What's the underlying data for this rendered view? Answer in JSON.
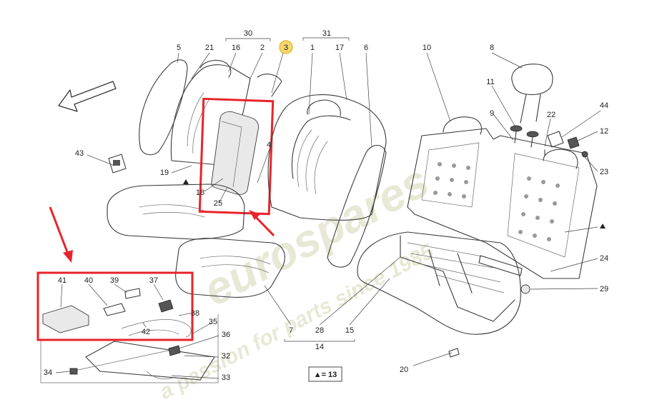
{
  "callouts": {
    "c1": "1",
    "c2": "2",
    "c3": "3",
    "c4": "4",
    "c5": "5",
    "c6": "6",
    "c7": "7",
    "c8": "8",
    "c9": "9",
    "c10": "10",
    "c11": "11",
    "c12": "12",
    "c14": "14",
    "c15": "15",
    "c16": "16",
    "c17": "17",
    "c18": "18",
    "c19": "19",
    "c20": "20",
    "c21": "21",
    "c22": "22",
    "c23": "23",
    "c24": "24",
    "c25": "25",
    "c28": "28",
    "c29": "29",
    "c30": "30",
    "c31": "31",
    "c32": "32",
    "c33": "33",
    "c34": "34",
    "c35": "35",
    "c36": "36",
    "c37": "37",
    "c38": "38",
    "c39": "39",
    "c40": "40",
    "c41": "41",
    "c42": "42",
    "c43": "43",
    "c44": "44"
  },
  "legend": {
    "text": "▲= 13"
  },
  "watermark": {
    "brand": "eurospares",
    "tagline": "a passion for parts since 1985"
  },
  "colors": {
    "highlight": "#e8242a",
    "badge_fill": "#f5d76e",
    "badge_stroke": "#e0b21b",
    "line": "#3a3a3a"
  }
}
